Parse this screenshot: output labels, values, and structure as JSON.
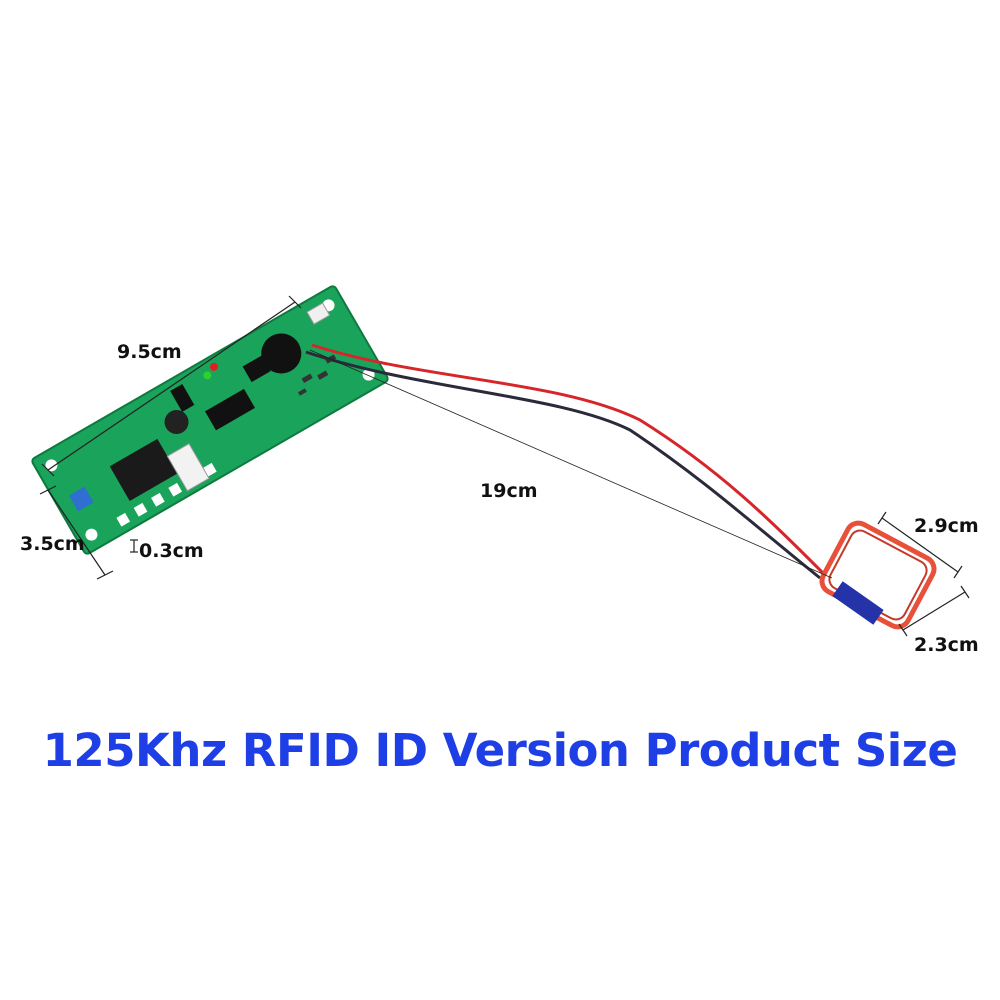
{
  "dimensions": {
    "board_length": "9.5cm",
    "board_width": "3.5cm",
    "board_thickness": "0.3cm",
    "cable_length": "19cm",
    "antenna_width": "2.9cm",
    "antenna_height": "2.3cm"
  },
  "caption": "125Khz RFID ID Version Product Size",
  "colors": {
    "caption": "#1e3fe6",
    "pcb": "#1aa35a",
    "antenna_coil": "#e8503a",
    "wire_red": "#d6262a",
    "wire_black": "#2a2a3a",
    "heat_shrink": "#2533a8"
  }
}
